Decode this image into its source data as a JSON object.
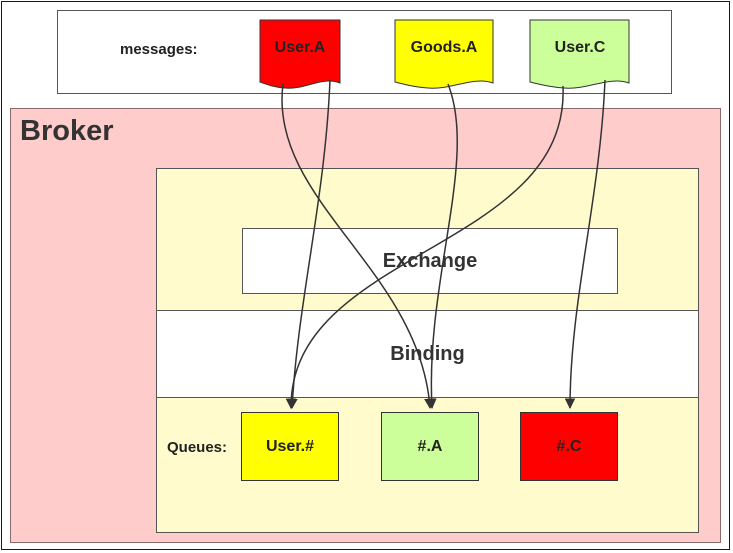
{
  "messages_label": "messages:",
  "broker_title": "Broker",
  "exchange_label": "Exchange",
  "binding_label": "Binding",
  "queues_label": "Queues:",
  "messages": [
    {
      "label": "User.A",
      "color": "#ff0000"
    },
    {
      "label": "Goods.A",
      "color": "#ffff00"
    },
    {
      "label": "User.C",
      "color": "#ccff99"
    }
  ],
  "queues": [
    {
      "label": "User.#",
      "color": "#ffff00"
    },
    {
      "label": "#.A",
      "color": "#ccff99"
    },
    {
      "label": "#.C",
      "color": "#ff0000"
    }
  ],
  "colors": {
    "broker": "#ffcccc",
    "inner": "#fffbcc",
    "line": "#333333"
  }
}
